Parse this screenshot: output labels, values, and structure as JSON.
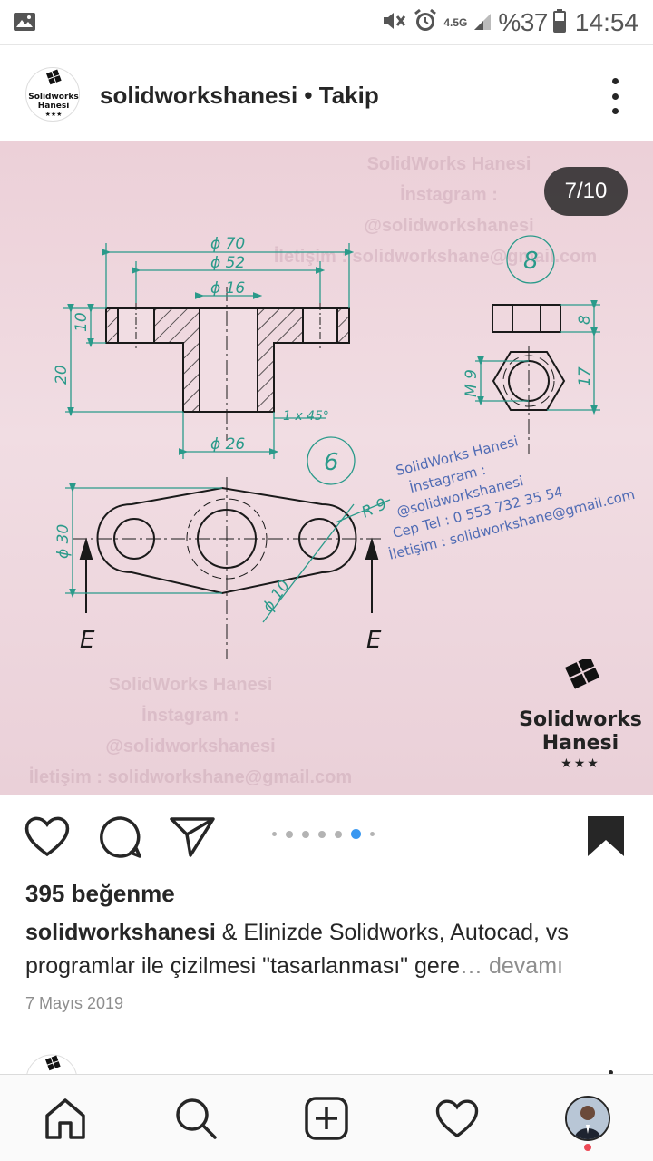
{
  "status_bar": {
    "network": "4.5G",
    "battery": "%37",
    "time": "14:54"
  },
  "post": {
    "username": "solidworkshanesi",
    "separator": "•",
    "follow_label": "Takip",
    "avatar_text": "Solidworks Hanesi",
    "slide_counter": "7/10",
    "watermark_top": [
      "SolidWorks Hanesi",
      "İnstagram :",
      "@solidworkshanesi",
      "İletişim : solidworkshane@gmail.com"
    ],
    "watermark_center": [
      "SolidWorks Hanesi",
      "İnstagram :",
      "@solidworkshanesi",
      "Cep Tel : 0 553 732 35 54",
      "İletişim : solidworkshane@gmail.com"
    ],
    "watermark_bottom": [
      "SolidWorks Hanesi",
      "İnstagram :",
      "@solidworkshanesi",
      "İletişim : solidworkshane@gmail.com"
    ],
    "brand_line1": "Solidworks",
    "brand_line2": "Hanesi",
    "brand_stars": "★★★",
    "drawing_labels": {
      "d70": "ϕ 70",
      "d52": "ϕ 52",
      "d16": "ϕ 16",
      "d26": "ϕ 26",
      "h10": "10",
      "h20": "20",
      "chamfer": "1 x 45°",
      "part6": "6",
      "part8": "8",
      "r9": "R 9",
      "d30": "ϕ 30",
      "d10": "ϕ 10",
      "m9": "M 9",
      "h8": "8",
      "h17": "17",
      "sectionE": "E"
    },
    "carousel": {
      "total_visible_dots": 7,
      "active_index": 5
    },
    "likes": "395 beğenme",
    "caption_user": "solidworkshanesi",
    "caption_text": " & Elinizde Solidworks, Autocad, vs programlar ile çizilmesi \"tasarlanması\" gere",
    "caption_ellipsis": "…",
    "caption_more": " devamı",
    "date": "7 Mayıs 2019"
  },
  "icons": {
    "like": "heart-icon",
    "comment": "comment-icon",
    "share": "send-icon",
    "save": "bookmark-icon",
    "home": "home-icon",
    "search": "search-icon",
    "add": "add-post-icon",
    "activity": "heart-icon"
  },
  "colors": {
    "active_dot": "#3897f0",
    "notification": "#ed4956",
    "drawing_line": "#1a1a1a",
    "dimension": "#2a9a8a"
  }
}
